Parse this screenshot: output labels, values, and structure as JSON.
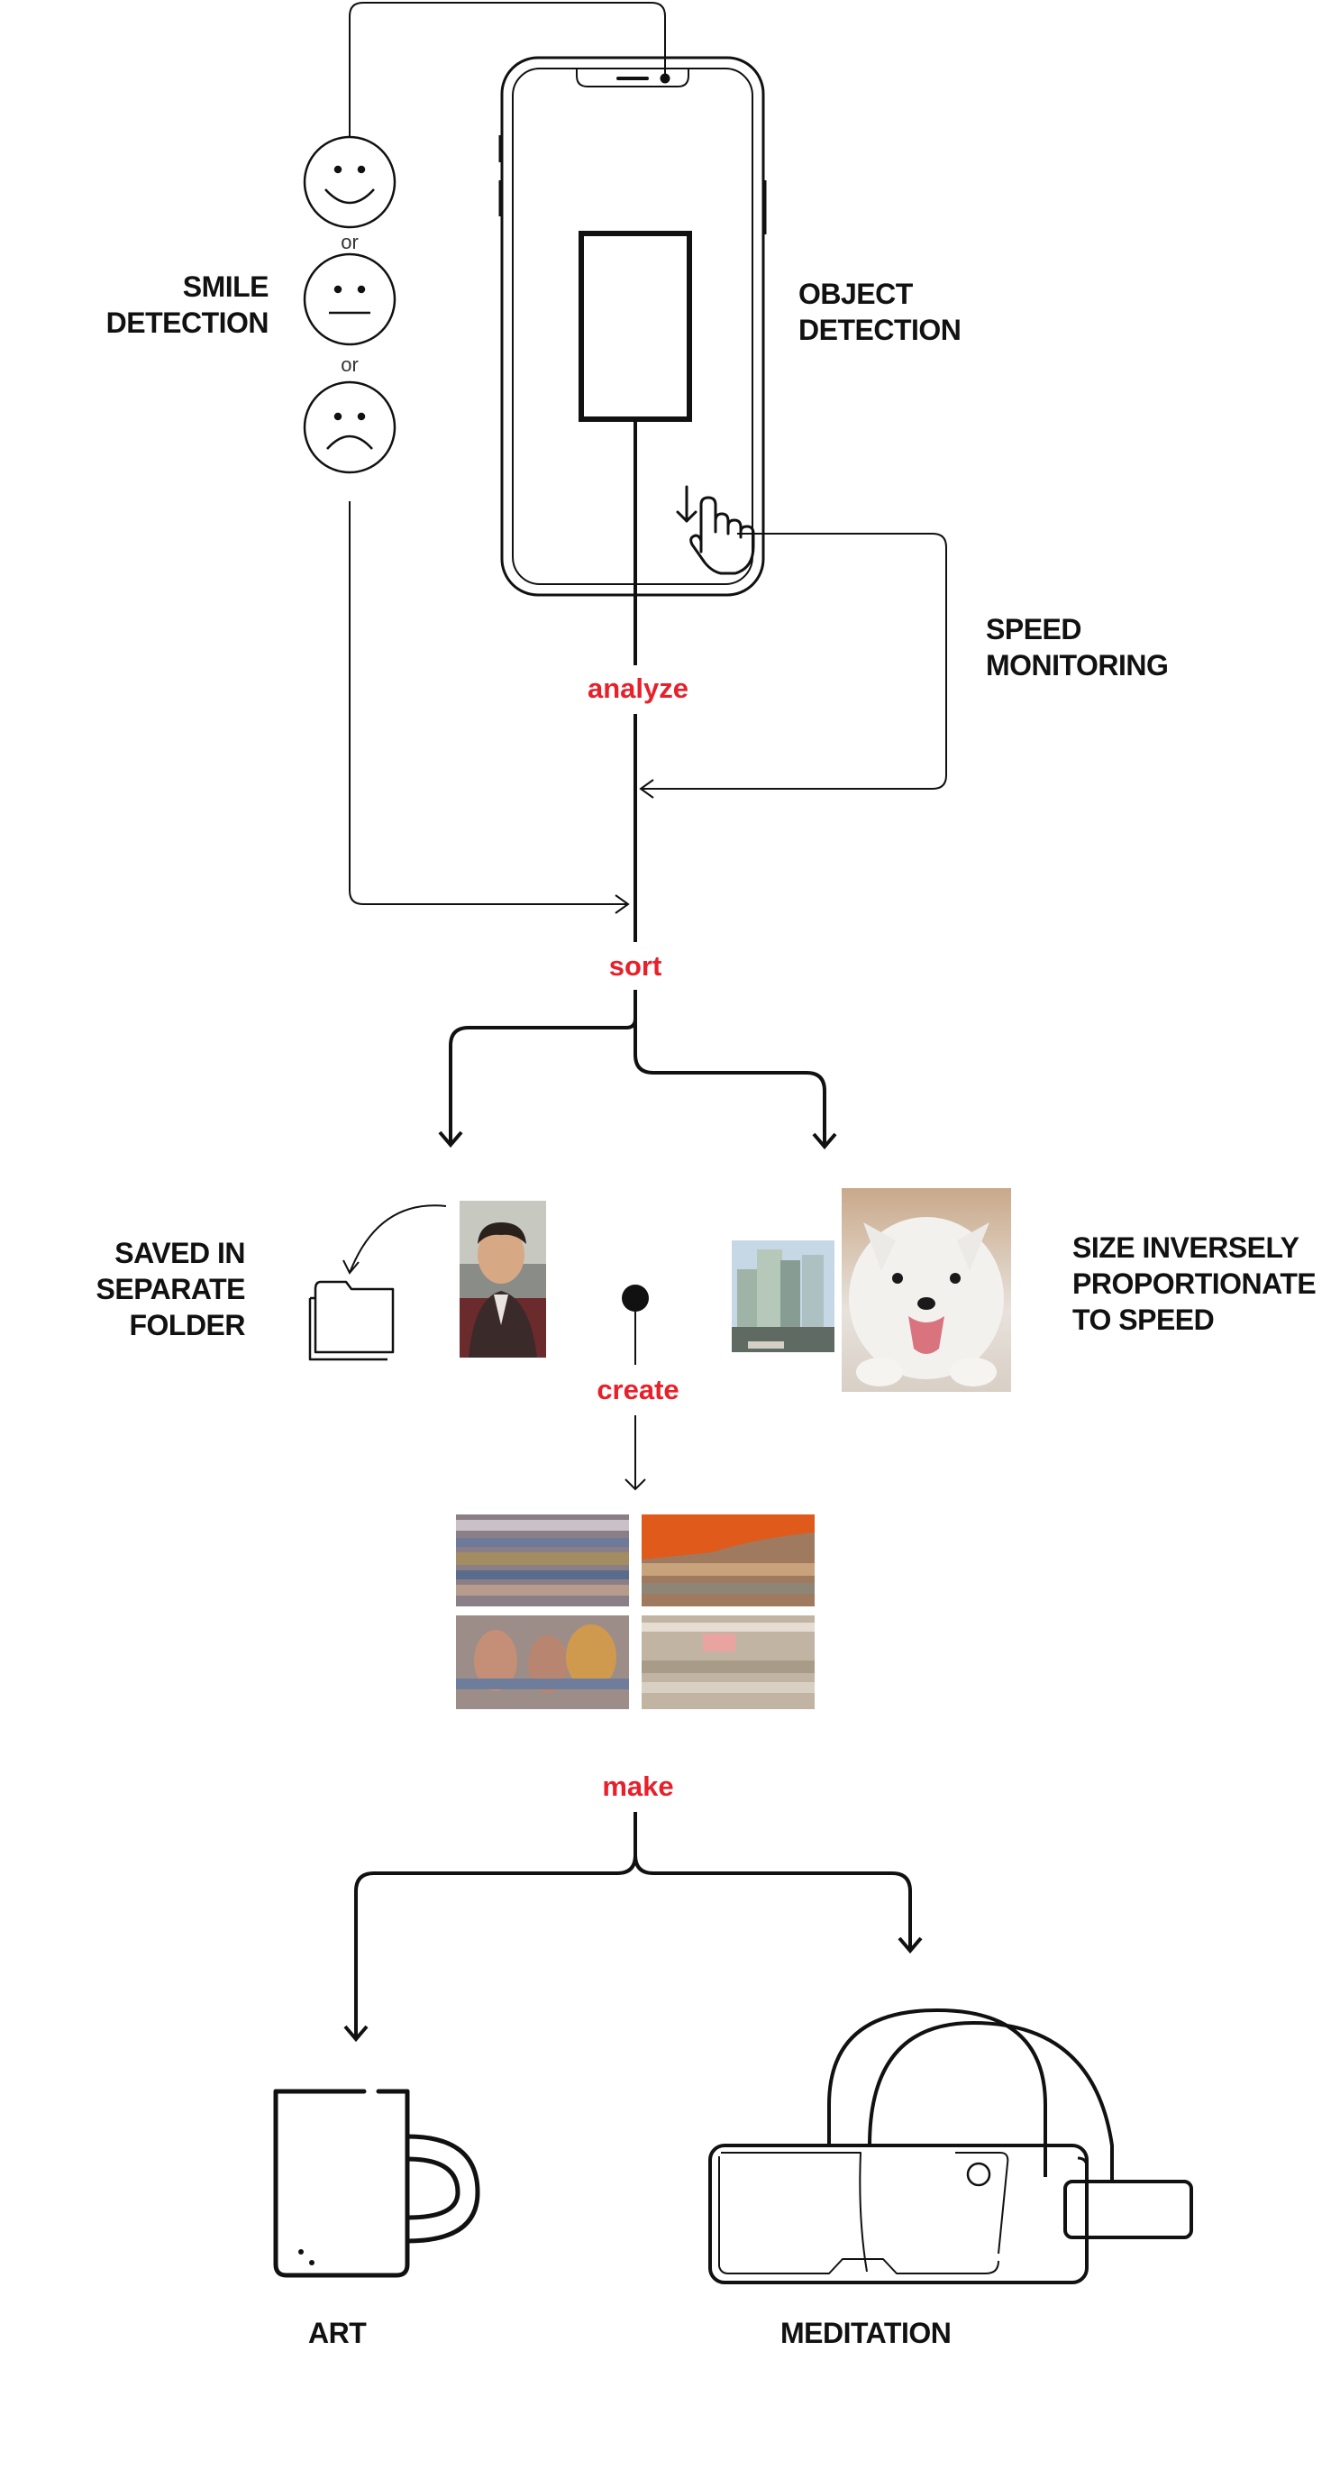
{
  "labels": {
    "smile_detection": [
      "SMILE",
      "DETECTION"
    ],
    "object_detection": [
      "OBJECT",
      "DETECTION"
    ],
    "speed_monitoring": [
      "SPEED",
      "MONITORING"
    ],
    "saved_in_separate_folder": [
      "SAVED IN",
      "SEPARATE",
      "FOLDER"
    ],
    "size_inversely": [
      "SIZE INVERSELY",
      "PROPORTIONATE",
      "TO SPEED"
    ],
    "art": "ART",
    "meditation": "MEDITATION"
  },
  "or_words": [
    "or",
    "or"
  ],
  "steps": {
    "analyze": "analyze",
    "sort": "sort",
    "create": "create",
    "make": "make"
  },
  "colors": {
    "step_text": "#e8202a",
    "line": "#111111"
  },
  "icons": [
    "smile-face-icon",
    "neutral-face-icon",
    "frown-face-icon",
    "smartphone-icon",
    "tap-gesture-icon",
    "folder-icon",
    "mug-icon",
    "vr-headset-icon"
  ]
}
